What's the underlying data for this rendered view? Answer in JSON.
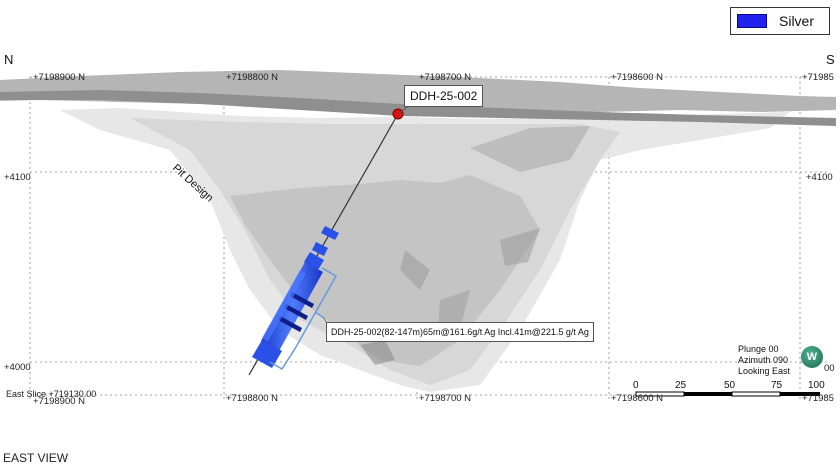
{
  "legend": {
    "label": "Silver",
    "color": "#2222ee"
  },
  "directions": {
    "left": "N",
    "right": "S"
  },
  "northings_top": [
    "+7198900 N",
    "+7198800 N",
    "+7198700 N",
    "+7198600 N",
    "+71985"
  ],
  "northings_bottom": [
    "+7198900 N",
    "+7198800 N",
    "+7198700 N",
    "+7198600 N",
    "+71985"
  ],
  "elevations": {
    "upper": "+4100",
    "lower": "+4000",
    "upper_right": "+4100",
    "lower_right": "00"
  },
  "drillhole": {
    "name": "DDH-25-002",
    "intercept": "DDH-25-002(82-147m)65m@161.6g/t Ag Incl.41m@221.5 g/t Ag"
  },
  "pit_label": "Pit Design",
  "orientation": {
    "plunge": "Plunge 00",
    "azimuth": "Azimuth 090",
    "looking": "Looking East"
  },
  "compass_letter": "W",
  "slice_label": "East Slice +719130.00",
  "scale_bar": {
    "ticks": [
      "0",
      "25",
      "50",
      "75",
      "100"
    ]
  },
  "view_caption": "EAST VIEW",
  "colors": {
    "ore_blue": "#2a50e8",
    "collar_red": "#dd1111",
    "topo_gray": "#8a8a8a",
    "pit_gray": "#cfcfcf"
  }
}
